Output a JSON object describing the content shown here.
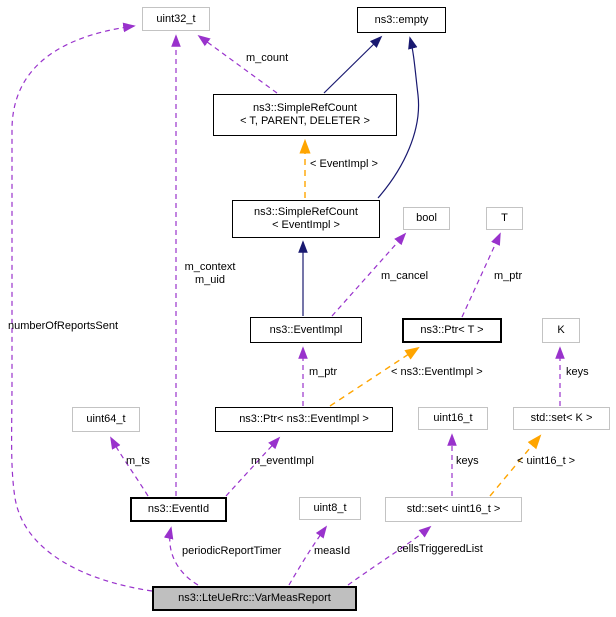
{
  "diagram_type": "doxygen-collaboration-graph",
  "colors": {
    "usage_edge": "#9932cc",
    "inheritance_edge": "#191970",
    "template_edge": "#ffa500",
    "main_node_fill": "#bfbfbf",
    "plain_node_border": "#c3c3c3",
    "class_node_border": "#000000"
  },
  "nodes": {
    "uint32": {
      "label": "uint32_t"
    },
    "empty": {
      "label": "ns3::empty"
    },
    "src_t": {
      "line1": "ns3::SimpleRefCount",
      "line2": "< T, PARENT, DELETER >"
    },
    "src_ei": {
      "line1": "ns3::SimpleRefCount",
      "line2": "< EventImpl >"
    },
    "bool": {
      "label": "bool"
    },
    "t": {
      "label": "T"
    },
    "eventimpl": {
      "label": "ns3::EventImpl"
    },
    "ptr_t": {
      "label": "ns3::Ptr< T >"
    },
    "k": {
      "label": "K"
    },
    "uint64": {
      "label": "uint64_t"
    },
    "ptr_ei": {
      "label": "ns3::Ptr< ns3::EventImpl >"
    },
    "uint16": {
      "label": "uint16_t"
    },
    "set_k": {
      "label": "std::set< K >"
    },
    "eventid": {
      "label": "ns3::EventId"
    },
    "uint8": {
      "label": "uint8_t"
    },
    "set_u16": {
      "label": "std::set< uint16_t >"
    },
    "main": {
      "label": "ns3::LteUeRrc::VarMeasReport"
    }
  },
  "edge_labels": {
    "m_count": "m_count",
    "tpl_eventimpl": "< EventImpl >",
    "m_context": "m_context",
    "m_uid": "m_uid",
    "numberOfReportsSent": "numberOfReportsSent",
    "m_cancel": "m_cancel",
    "m_ptr_t": "m_ptr",
    "m_ptr_ei": "m_ptr",
    "tpl_ns3_eventimpl": "< ns3::EventImpl >",
    "keys_k": "keys",
    "m_ts": "m_ts",
    "m_eventImpl": "m_eventImpl",
    "keys_u16": "keys",
    "tpl_uint16": "< uint16_t >",
    "periodicReportTimer": "periodicReportTimer",
    "measId": "measId",
    "cellsTriggeredList": "cellsTriggeredList"
  }
}
